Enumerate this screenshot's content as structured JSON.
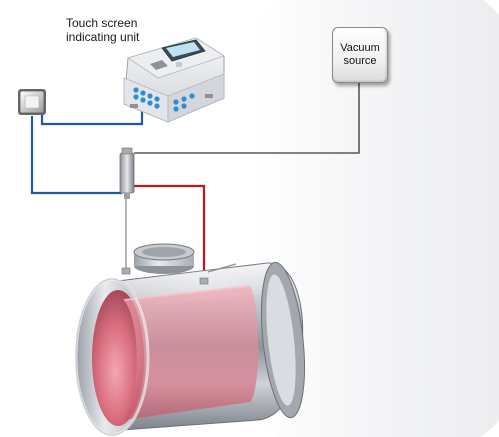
{
  "labels": {
    "unit_line1": "Touch screen",
    "unit_line2": "indicating unit",
    "vacuum_line1": "Vacuum",
    "vacuum_line2": "source"
  },
  "colors": {
    "signal_line": "#1f5aa6",
    "vacuum_line": "#5a5a5a",
    "heat_line": "#c0171a",
    "tank_steel": "#b9bcc2",
    "tank_interior": "#e27f8c"
  }
}
